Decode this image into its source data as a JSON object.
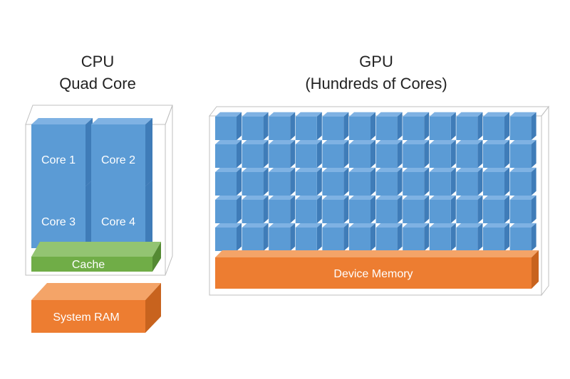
{
  "cpu": {
    "title_line1": "CPU",
    "title_line2": "Quad Core",
    "cores": [
      "Core 1",
      "Core 2",
      "Core 3",
      "Core 4"
    ],
    "cache_label": "Cache",
    "ram_label": "System RAM"
  },
  "gpu": {
    "title_line1": "GPU",
    "title_line2": "(Hundreds of Cores)",
    "core_rows": 5,
    "core_cols": 12,
    "memory_label": "Device Memory"
  },
  "colors": {
    "core_front": "#5b9bd5",
    "core_top": "#7fb2e3",
    "core_side": "#3f7cb8",
    "cache_front": "#70ad47",
    "cache_top": "#93c472",
    "cache_side": "#548a33",
    "memory_front": "#ed7d31",
    "memory_top": "#f4a468",
    "memory_side": "#c8631e",
    "enclosure_stroke": "#bfbfbf"
  }
}
